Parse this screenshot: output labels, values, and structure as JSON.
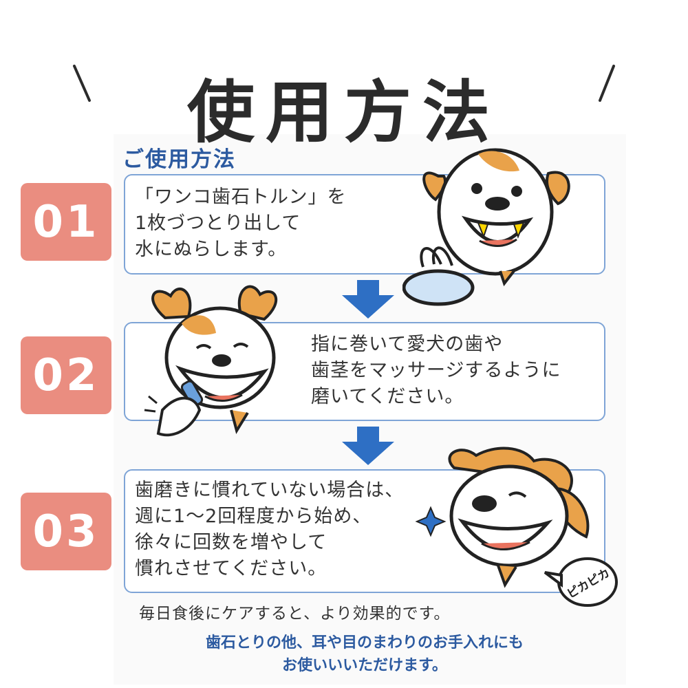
{
  "header": {
    "title": "使用方法"
  },
  "section": {
    "heading": "ご使用方法"
  },
  "steps": [
    {
      "number": "01",
      "text": "「ワンコ歯石トルン」を\n1枚づつとり出して\n水にぬらします。"
    },
    {
      "number": "02",
      "text": "指に巻いて愛犬の歯や\n歯茎をマッサージするように\n磨いてください。"
    },
    {
      "number": "03",
      "text": "歯磨きに慣れていない場合は、\n週に1～2回程度から始め、\n徐々に回数を増やして\n慣れさせてください。"
    }
  ],
  "speech_bubble": {
    "text": "ピカピカ"
  },
  "tip": {
    "text": "毎日食後にケアすると、より効果的です。"
  },
  "note": {
    "line1": "歯石とりの他、耳や目のまわりのお手入れにも",
    "line2": "お使いいいただけます。"
  },
  "colors": {
    "badge": "#ea8d80",
    "heading": "#2c5aa0",
    "box_border": "#7ea4d6",
    "arrow": "#2e6fc4",
    "dog_fur": "#e9a24a"
  },
  "icons": [
    "down-arrow-icon",
    "dog-illustration",
    "sparkle-icon"
  ]
}
